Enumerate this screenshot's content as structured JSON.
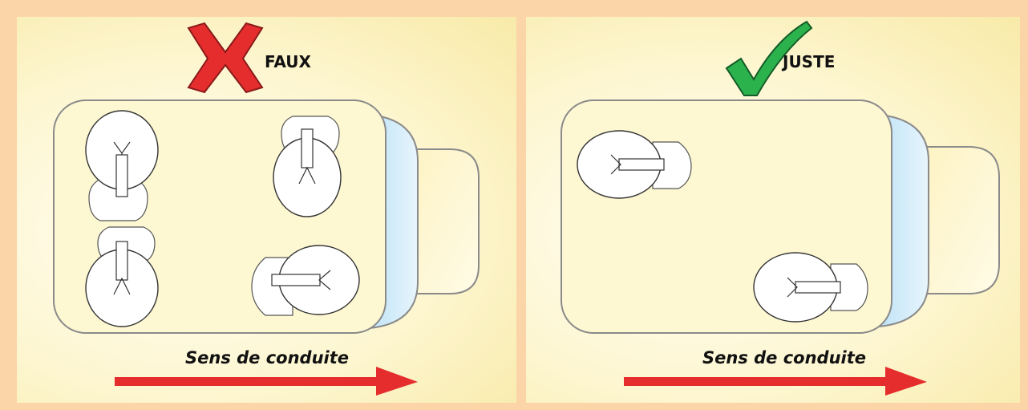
{
  "panels": [
    {
      "id": "wrong",
      "verdict": "FAUX",
      "verdict_color": "#e52d2d",
      "verdict_icon": "red-cross-icon",
      "caption": "Sens de conduite",
      "arrow_color": "#e52d2d"
    },
    {
      "id": "correct",
      "verdict": "JUSTE",
      "verdict_color": "#1fa34a",
      "verdict_icon": "green-checkmark-icon",
      "caption": "Sens de conduite",
      "arrow_color": "#e52d2d"
    }
  ]
}
